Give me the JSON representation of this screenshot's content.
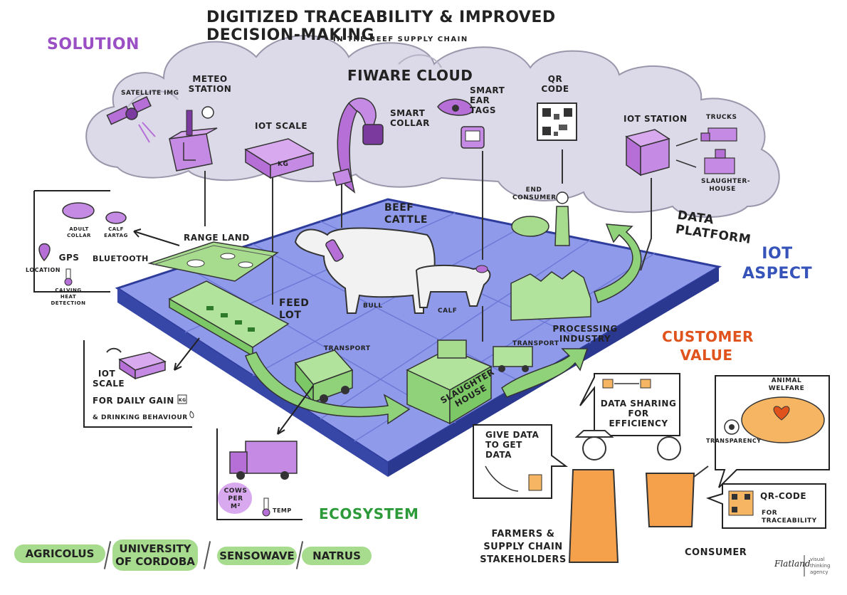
{
  "header": {
    "title": "Digitized Traceability & Improved Decision-Making",
    "subtitle": "In the Beef Supply Chain"
  },
  "sections": {
    "solution": "Solution",
    "fiware_cloud": "Fiware Cloud",
    "data_platform": "Data Platform",
    "iot_aspect": "IoT Aspect",
    "customer_value": "Customer Value",
    "ecosystem": "Ecosystem"
  },
  "cloud_items": {
    "satellite": "Satellite Img",
    "meteo": "Meteo Station",
    "iot_scale": "IoT Scale",
    "scale_unit": "KG",
    "smart_collar": "Smart Collar",
    "smart_ear_tags": "Smart Ear Tags",
    "qr_code": "QR Code",
    "iot_station": "IoT Station",
    "trucks": "Trucks",
    "slaughterhouse": "Slaughter-house"
  },
  "platform": {
    "beef_cattle": "Beef Cattle",
    "bull": "Bull",
    "calf": "Calf",
    "range_land": "Range Land",
    "feed_lot": "Feed Lot",
    "transport_1": "Transport",
    "transport_2": "Transport",
    "slaughter_house": "Slaughter House",
    "processing_industry": "Processing Industry",
    "end_consumer": "End Consumer"
  },
  "range_detail": {
    "adult_collar": "Adult Collar",
    "calf_eartag": "Calf Eartag",
    "gps": "GPS",
    "bluetooth": "Bluetooth",
    "location": "Location",
    "calving": "Calving Heat Detection"
  },
  "feedlot_detail": {
    "iot_scale": "IoT Scale",
    "daily_gain": "For Daily Gain",
    "drinking": "& Drinking Behaviour",
    "scale_unit": "KG"
  },
  "transport_detail": {
    "cows_per": "Cows per m²",
    "temp": "Temp"
  },
  "customer": {
    "give_data": "Give Data to get Data",
    "data_sharing": "Data Sharing for Efficiency",
    "animal_welfare": "Animal Welfare",
    "transparency": "Transparency",
    "qr_code": "QR-Code",
    "traceability": "for Traceability",
    "farmers": "Farmers & Supply Chain Stakeholders",
    "consumer": "Consumer"
  },
  "partners": [
    "Agricolus",
    "University of Cordoba",
    "Sensowave",
    "Natrus"
  ],
  "agency": {
    "name": "Flatland",
    "tagline": "visual thinking agency"
  },
  "colors": {
    "purple": "#b56fd6",
    "purple_dark": "#7a3a9e",
    "platform": "#8f9bea",
    "platform_edge": "#3747a8",
    "green": "#8fd27a",
    "orange": "#f5a04a",
    "cloud": "#d9d6e6"
  }
}
